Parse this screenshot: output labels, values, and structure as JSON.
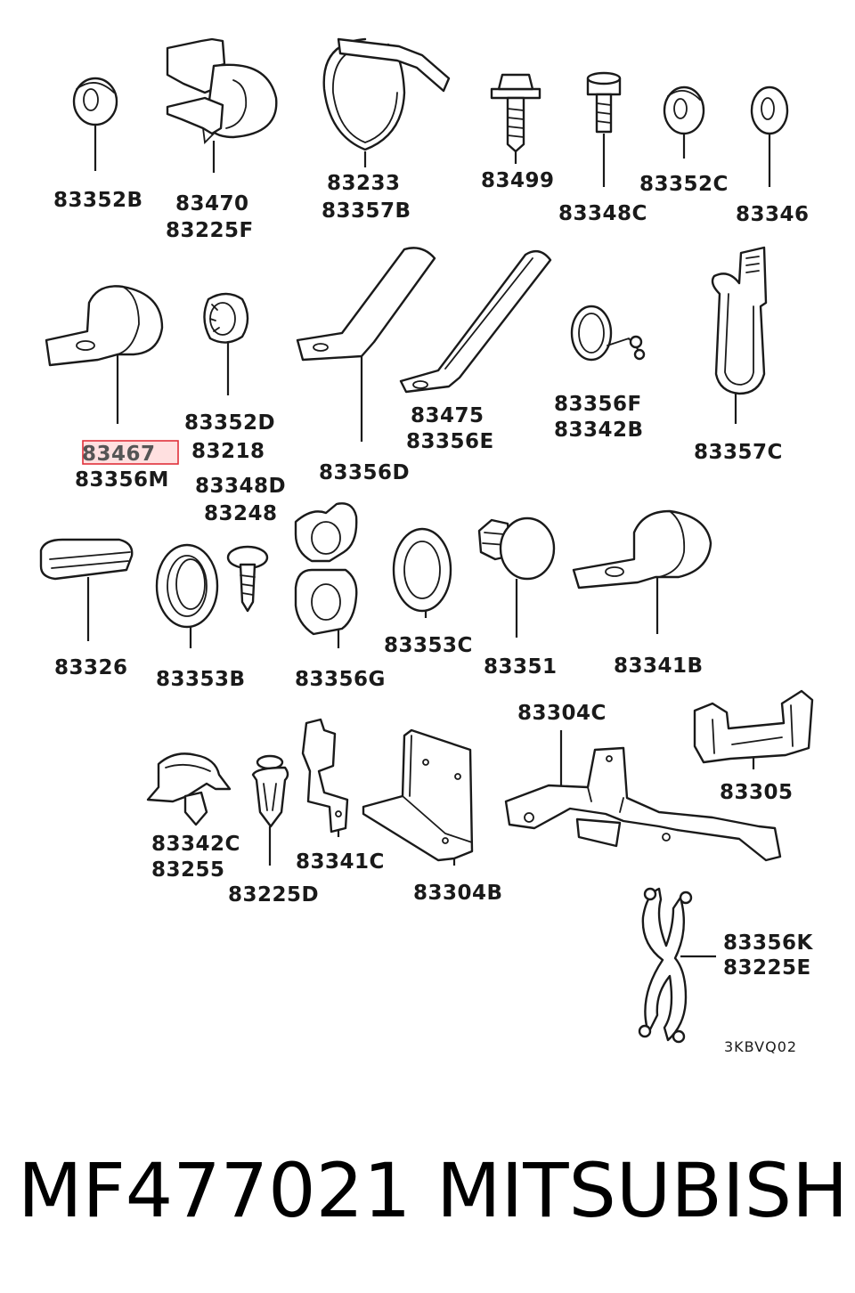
{
  "diagram": {
    "code": "3KBVQ02",
    "highlight_color": "#e0303a",
    "parts": [
      {
        "id": "p1",
        "icon": "nut-icon",
        "labels": [
          "83352B"
        ]
      },
      {
        "id": "p2",
        "icon": "clip-icon",
        "labels": [
          "83470",
          "83225F"
        ]
      },
      {
        "id": "p3",
        "icon": "band-icon",
        "labels": [
          "83233",
          "83357B"
        ]
      },
      {
        "id": "p4",
        "icon": "bolt-icon",
        "labels": [
          "83499"
        ]
      },
      {
        "id": "p5",
        "icon": "screw-icon",
        "labels": [
          "83348C"
        ]
      },
      {
        "id": "p6",
        "icon": "nut-icon",
        "labels": [
          "83352C"
        ]
      },
      {
        "id": "p7",
        "icon": "washer-icon",
        "labels": [
          "83346"
        ]
      },
      {
        "id": "p8",
        "icon": "clamp-icon",
        "labels": [
          "83467",
          "83356M"
        ],
        "highlighted": "83467"
      },
      {
        "id": "p9",
        "icon": "nut-icon",
        "labels": [
          "83352D",
          "83218"
        ]
      },
      {
        "id": "p10",
        "icon": "bracket-icon",
        "labels": [
          "83356D"
        ]
      },
      {
        "id": "p11",
        "icon": "bracket-icon",
        "labels": [
          "83475",
          "83356E"
        ]
      },
      {
        "id": "p12",
        "icon": "clip-icon",
        "labels": [
          "83356F",
          "83342B"
        ]
      },
      {
        "id": "p13",
        "icon": "band-icon",
        "labels": [
          "83357C"
        ]
      },
      {
        "id": "p14",
        "icon": "screw-icon",
        "labels": [
          "83348D",
          "83248"
        ]
      },
      {
        "id": "p15",
        "icon": "clip-icon",
        "labels": [
          "83326"
        ]
      },
      {
        "id": "p16",
        "icon": "grommet-icon",
        "labels": [
          "83353B"
        ]
      },
      {
        "id": "p17",
        "icon": "clip-icon",
        "labels": [
          "83356G"
        ]
      },
      {
        "id": "p18",
        "icon": "grommet-icon",
        "labels": [
          "83353C"
        ]
      },
      {
        "id": "p19",
        "icon": "plug-icon",
        "labels": [
          "83351"
        ]
      },
      {
        "id": "p20",
        "icon": "clamp-icon",
        "labels": [
          "83341B"
        ]
      },
      {
        "id": "p21",
        "icon": "bracket-icon",
        "labels": [
          "83304C"
        ]
      },
      {
        "id": "p22",
        "icon": "clip-icon",
        "labels": [
          "83305"
        ]
      },
      {
        "id": "p23",
        "icon": "clip-icon",
        "labels": [
          "83342C",
          "83255"
        ]
      },
      {
        "id": "p24",
        "icon": "rivet-icon",
        "labels": [
          "83225D"
        ]
      },
      {
        "id": "p25",
        "icon": "bracket-icon",
        "labels": [
          "83341C"
        ]
      },
      {
        "id": "p26",
        "icon": "bracket-icon",
        "labels": [
          "83304B"
        ]
      },
      {
        "id": "p27",
        "icon": "clip-icon",
        "labels": [
          "83356K",
          "83225E"
        ]
      }
    ]
  },
  "footer": {
    "part_number": "MF477021",
    "brand": "MITSUBISHI"
  }
}
